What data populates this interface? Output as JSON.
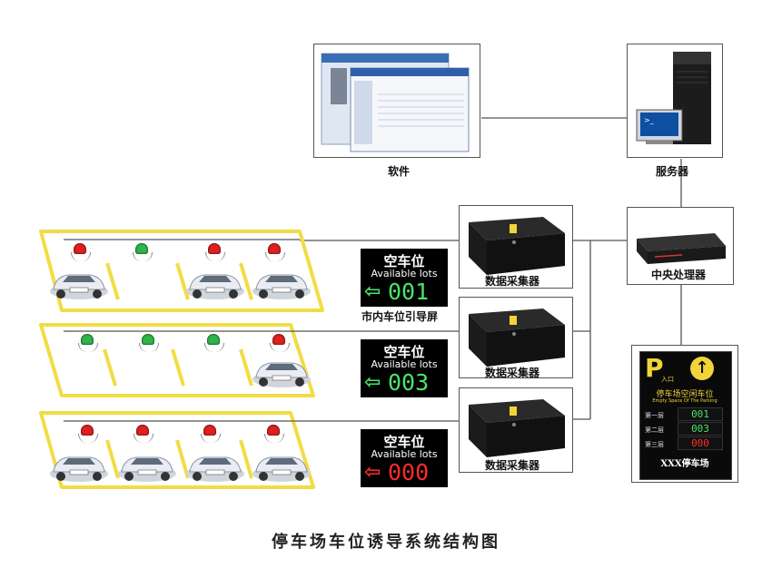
{
  "title": "停车场车位诱导系统结构图",
  "labels": {
    "software": "软件",
    "server": "服务器",
    "cpu": "中央处理器",
    "collector": "数据采集器",
    "guidance_screen": "市内车位引导屏"
  },
  "signs": [
    {
      "line1": "空车位",
      "line2": "Available lots",
      "arrow": "⇦",
      "value": "001",
      "color": "#48e46a"
    },
    {
      "line1": "空车位",
      "line2": "Available lots",
      "arrow": "⇦",
      "value": "003",
      "color": "#48e46a"
    },
    {
      "line1": "空车位",
      "line2": "Available lots",
      "arrow": "⇦",
      "value": "000",
      "color": "#ff2b2b"
    }
  ],
  "outdoor_sign": {
    "p_letter": "P",
    "entrance": "入口",
    "header": "停车场空闲车位",
    "header_en": "Empty Space Of The Parking",
    "rows": [
      {
        "floor": "第一层",
        "value": "001",
        "color": "#48e46a"
      },
      {
        "floor": "第二层",
        "value": "003",
        "color": "#48e46a"
      },
      {
        "floor": "第三层",
        "value": "000",
        "color": "#ff2b2b"
      }
    ],
    "footer": "XXX停车场"
  },
  "indicators": {
    "row1": [
      "red",
      "green",
      "red",
      "red"
    ],
    "row2": [
      "green",
      "green",
      "green",
      "red"
    ],
    "row3": [
      "red",
      "red",
      "red",
      "red"
    ]
  },
  "colors": {
    "lane_line": "#f2dc45",
    "indicator_red": "#e02020",
    "indicator_green": "#2fb44a",
    "sign_bg": "#000000"
  }
}
